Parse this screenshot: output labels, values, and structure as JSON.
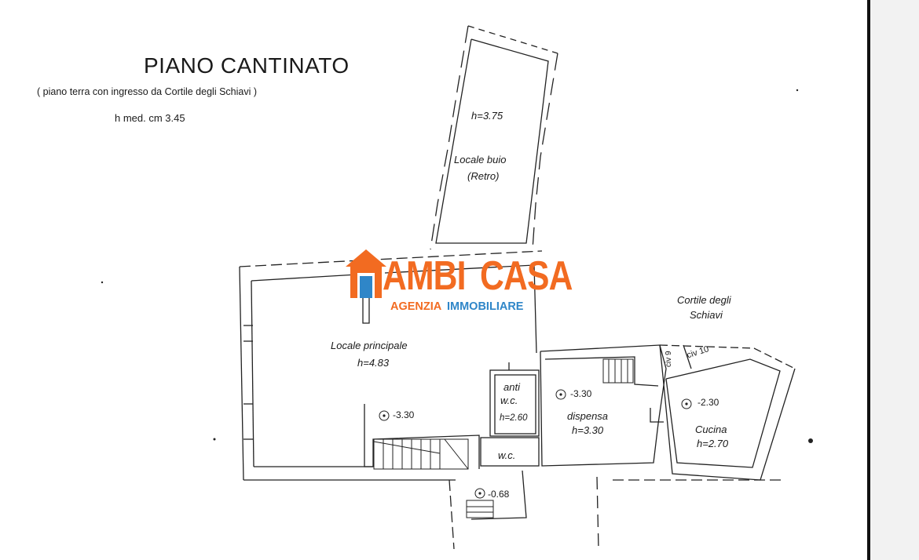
{
  "header": {
    "title": "PIANO CANTINATO",
    "subtitle": "( piano terra con ingresso da Cortile degli Schiavi )",
    "avg_height": "h med. cm 3.45"
  },
  "rooms": {
    "retro_height": "h=3.75",
    "retro_name": "Locale buio",
    "retro_sub": "(Retro)",
    "main_name": "Locale principale",
    "main_height": "h=4.83",
    "main_level": "-3.30",
    "anti_wc_1": "anti",
    "anti_wc_2": "w.c.",
    "anti_height": "h=2.60",
    "wc": "w.c.",
    "dispensa_level": "-3.30",
    "dispensa_name": "dispensa",
    "dispensa_height": "h=3.30",
    "cucina_level": "-2.30",
    "cucina_name": "Cucina",
    "cucina_height": "h=2.70",
    "stair_level": "-0.68",
    "cortile_1": "Cortile degli",
    "cortile_2": "Schiavi",
    "civ10": "civ 10",
    "civ9": "civ 9"
  },
  "watermark": {
    "brand_left": "AMBI",
    "brand_right": "CASA",
    "tagline_left": "AGENZIA",
    "tagline_right": "IMMOBILIARE",
    "orange": "#f26b21",
    "blue": "#2f86c8"
  }
}
